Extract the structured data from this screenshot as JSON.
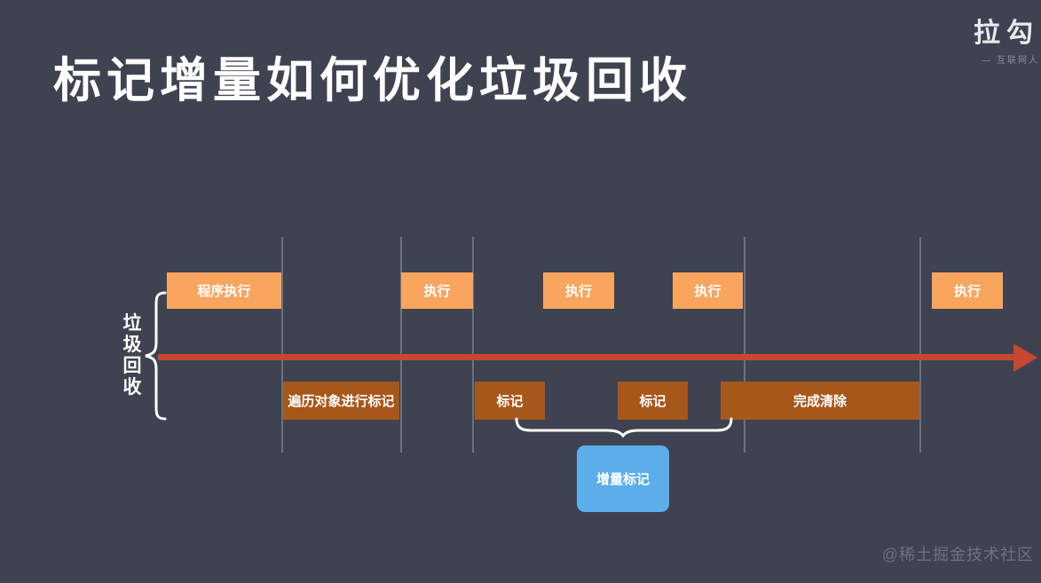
{
  "colors": {
    "bg": "#3f4351",
    "box-light": "#f9a55e",
    "box-dark": "#a8571b",
    "arrow-red": "#c7472f",
    "callout-blue": "#5caeea",
    "grid-line": "#9aa0ac",
    "watermark": "#6d7280"
  },
  "header": {
    "title": "标记增量如何优化垃圾回收"
  },
  "logo": {
    "name": "拉勾",
    "tagline": "— 互联网人"
  },
  "diagram": {
    "axis_label": "垃圾回收",
    "top_row": [
      {
        "label": "程序执行"
      },
      {
        "label": "执行"
      },
      {
        "label": "执行"
      },
      {
        "label": "执行"
      },
      {
        "label": "执行"
      }
    ],
    "bottom_row": [
      {
        "label": "遍历对象进行标记"
      },
      {
        "label": "标记"
      },
      {
        "label": "标记"
      },
      {
        "label": "完成清除"
      }
    ],
    "callout": {
      "label": "增量标记"
    }
  },
  "footer": {
    "watermark": "@稀土掘金技术社区"
  }
}
